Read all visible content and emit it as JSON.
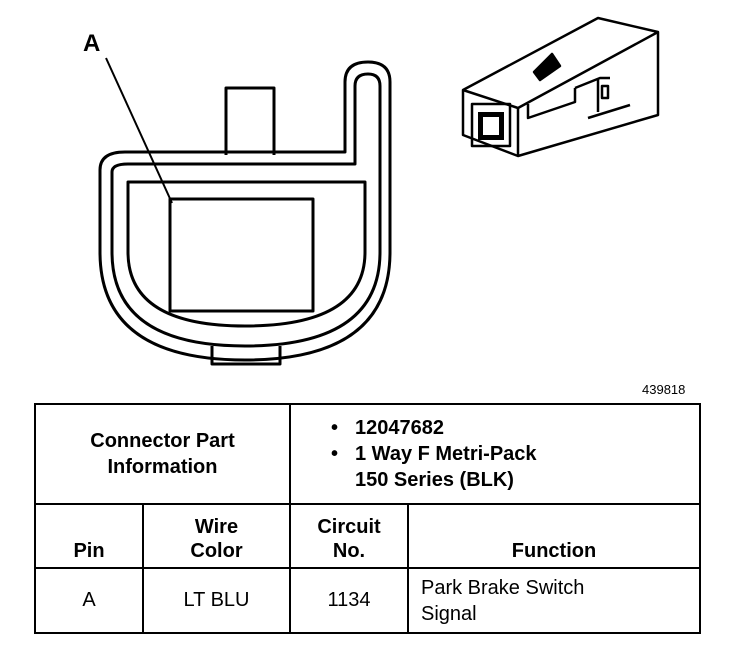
{
  "diagram": {
    "pin_label": "A",
    "figure_number": "439818"
  },
  "table": {
    "connector_label_line1": "Connector Part",
    "connector_label_line2": "Information",
    "part_number": "12047682",
    "description_line1": "1 Way F Metri-Pack",
    "description_line2": "150 Series (BLK)",
    "bullet": "•",
    "headers": {
      "pin": "Pin",
      "wire_line1": "Wire",
      "wire_line2": "Color",
      "circuit_line1": "Circuit",
      "circuit_line2": "No.",
      "function": "Function"
    },
    "rows": [
      {
        "pin": "A",
        "wire_color": "LT BLU",
        "circuit": "1134",
        "function_line1": "Park Brake Switch",
        "function_line2": "Signal"
      }
    ]
  }
}
